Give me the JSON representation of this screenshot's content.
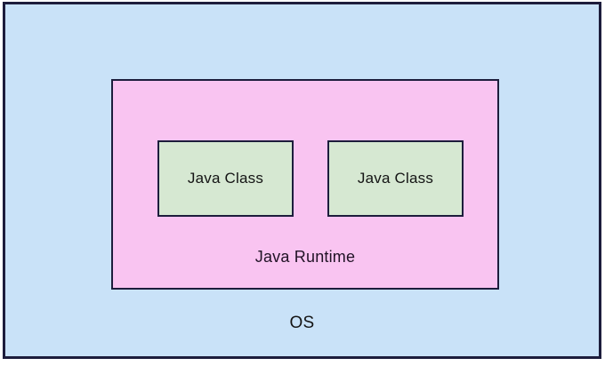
{
  "diagram": {
    "type": "nested-containment-diagram",
    "os_label": "OS",
    "runtime_label": "Java Runtime",
    "class_boxes": [
      {
        "label": "Java Class"
      },
      {
        "label": "Java Class"
      }
    ],
    "colors": {
      "os_background": "#c9e2f8",
      "runtime_background": "#f9c4f1",
      "class_background": "#d6e8d2",
      "border": "#1d1d3c",
      "text": "#141414"
    }
  }
}
